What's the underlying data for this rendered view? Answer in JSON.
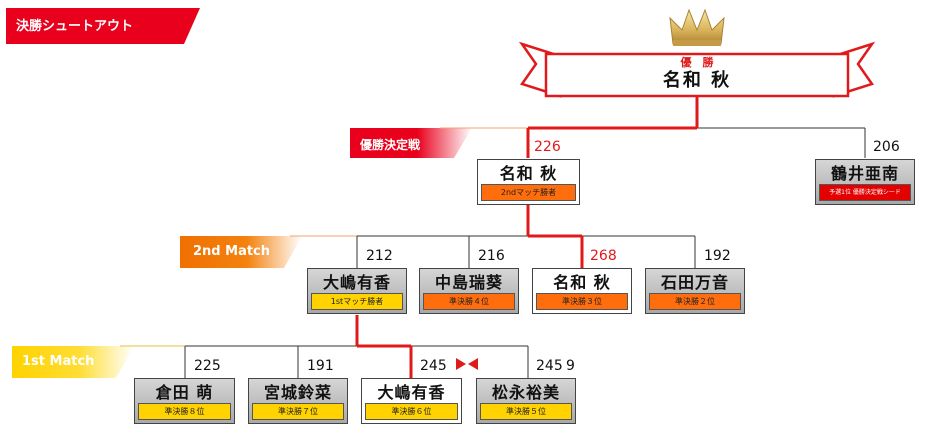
{
  "header": {
    "title": "決勝シュートアウト"
  },
  "champion": {
    "label": "優　勝",
    "name": "名和 秋"
  },
  "rounds": {
    "final": {
      "label": "優勝決定戦"
    },
    "second": {
      "label": "2nd Match"
    },
    "first": {
      "label": "1st Match"
    }
  },
  "final": [
    {
      "name": "名和 秋",
      "score": "226",
      "tag": "2ndマッチ勝者",
      "winner": true
    },
    {
      "name": "鶴井亜南",
      "score": "206",
      "tag": "予選1位 優勝決定戦シード",
      "winner": false
    }
  ],
  "second": [
    {
      "name": "大嶋有香",
      "score": "212",
      "tag": "1stマッチ勝者",
      "winner": false
    },
    {
      "name": "中島瑞葵",
      "score": "216",
      "tag": "準決勝４位",
      "winner": false
    },
    {
      "name": "名和 秋",
      "score": "268",
      "tag": "準決勝３位",
      "winner": true
    },
    {
      "name": "石田万音",
      "score": "192",
      "tag": "準決勝２位",
      "winner": false
    }
  ],
  "first": [
    {
      "name": "倉田 萌",
      "score": "225",
      "tag": "準決勝８位",
      "winner": false
    },
    {
      "name": "宮城鈴菜",
      "score": "191",
      "tag": "準決勝７位",
      "winner": false
    },
    {
      "name": "大嶋有香",
      "score": "245",
      "tag": "準決勝６位",
      "winner": true
    },
    {
      "name": "松永裕美",
      "score": "245",
      "extra": "9",
      "tag": "準決勝５位",
      "winner": false
    }
  ],
  "colors": {
    "red": "#e01a1a",
    "orange": "#ff6d0d",
    "yellow": "#ffd200",
    "gold": "#d9b25a"
  }
}
